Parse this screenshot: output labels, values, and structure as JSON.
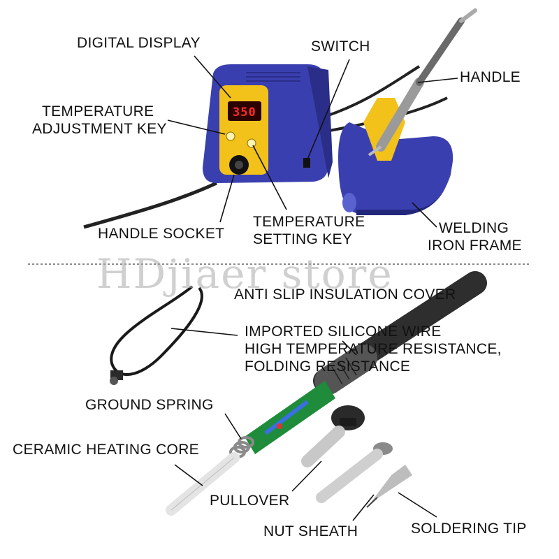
{
  "labels": {
    "digital_display": "DIGITAL DISPLAY",
    "switch": "SWITCH",
    "handle": "HANDLE",
    "temp_adjust_1": "TEMPERATURE",
    "temp_adjust_2": "ADJUSTMENT KEY",
    "handle_socket": "HANDLE SOCKET",
    "temp_setting_1": "TEMPERATURE",
    "temp_setting_2": "SETTING KEY",
    "welding_1": "WELDING",
    "welding_2": "IRON FRAME",
    "anti_slip": "ANTI SLIP INSULATION COVER",
    "silicone_1": "IMPORTED SILICONE WIRE",
    "silicone_2": "HIGH TEMPERATURE RESISTANCE,",
    "silicone_3": "FOLDING RESISTANCE",
    "ground_spring": "GROUND SPRING",
    "ceramic": "CERAMIC HEATING CORE",
    "pullover": "PULLOVER",
    "nut_sheath": "NUT SHEATH",
    "soldering_tip": "SOLDERING TIP"
  },
  "display_value": "350",
  "watermark": "HDjiaer store",
  "colors": {
    "station_blue": "#3a3fb0",
    "panel_yellow": "#f2c21b",
    "display_red": "#ff2a2a",
    "handle_grey": "#7a7a7a"
  }
}
